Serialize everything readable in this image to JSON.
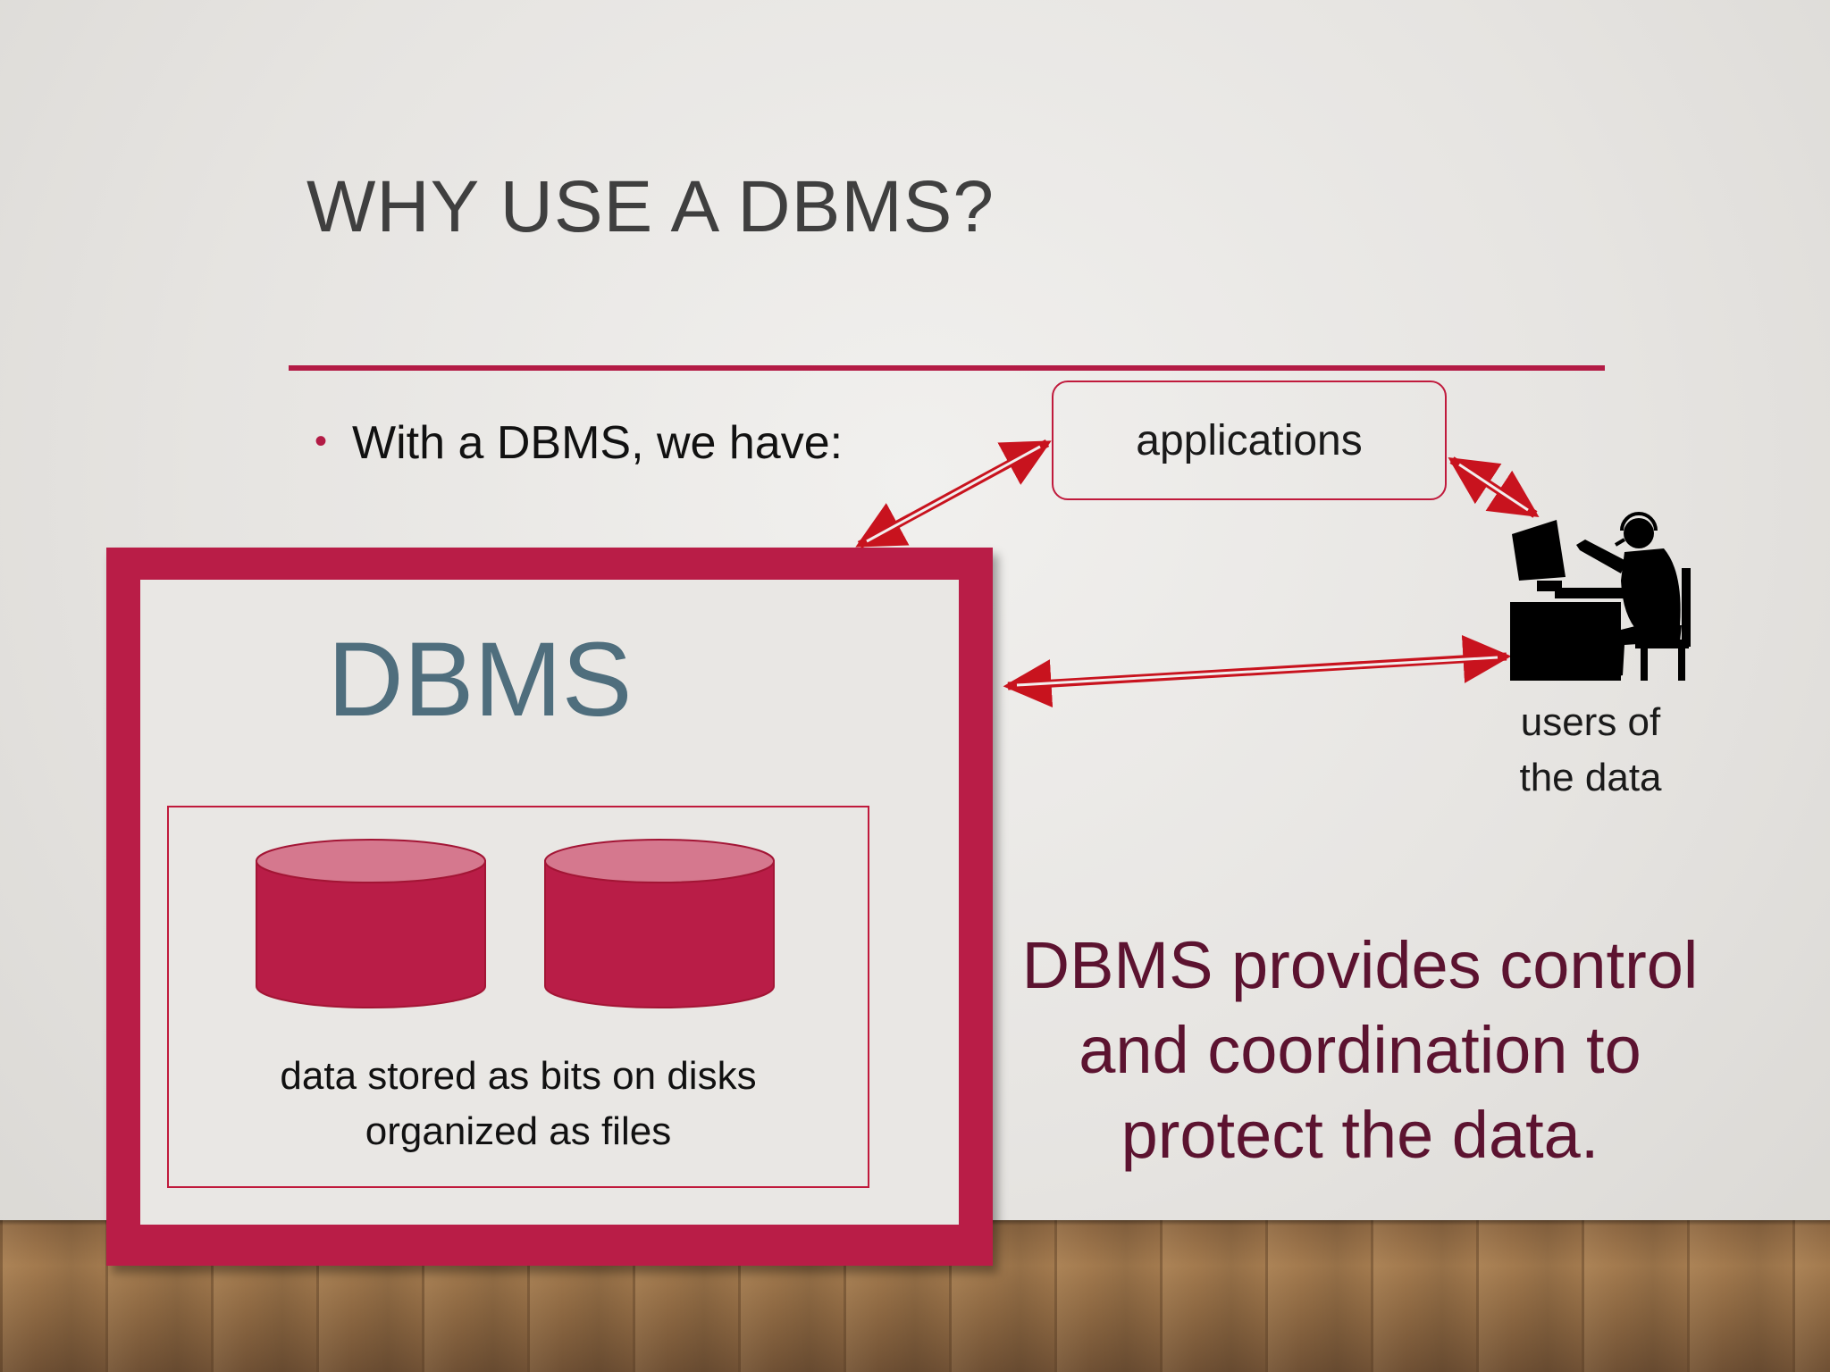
{
  "slide": {
    "title": "WHY USE A DBMS?",
    "bullet": "With a DBMS, we have:",
    "applications_label": "applications",
    "dbms_label": "DBMS",
    "storage_line1": "data stored as bits on disks",
    "storage_line2": "organized as files",
    "users_line1": "users of",
    "users_line2": "the data",
    "conclusion_line1": "DBMS provides control",
    "conclusion_line2": "and coordination to",
    "conclusion_line3": "protect the data."
  },
  "colors": {
    "accent": "#b91d47",
    "dbms_text": "#4f6e7d",
    "conclusion_text": "#5c1330",
    "cylinder_top": "#d5788e"
  },
  "icons": {
    "user": "user-at-computer-icon",
    "storage": "database-cylinder-icon"
  }
}
